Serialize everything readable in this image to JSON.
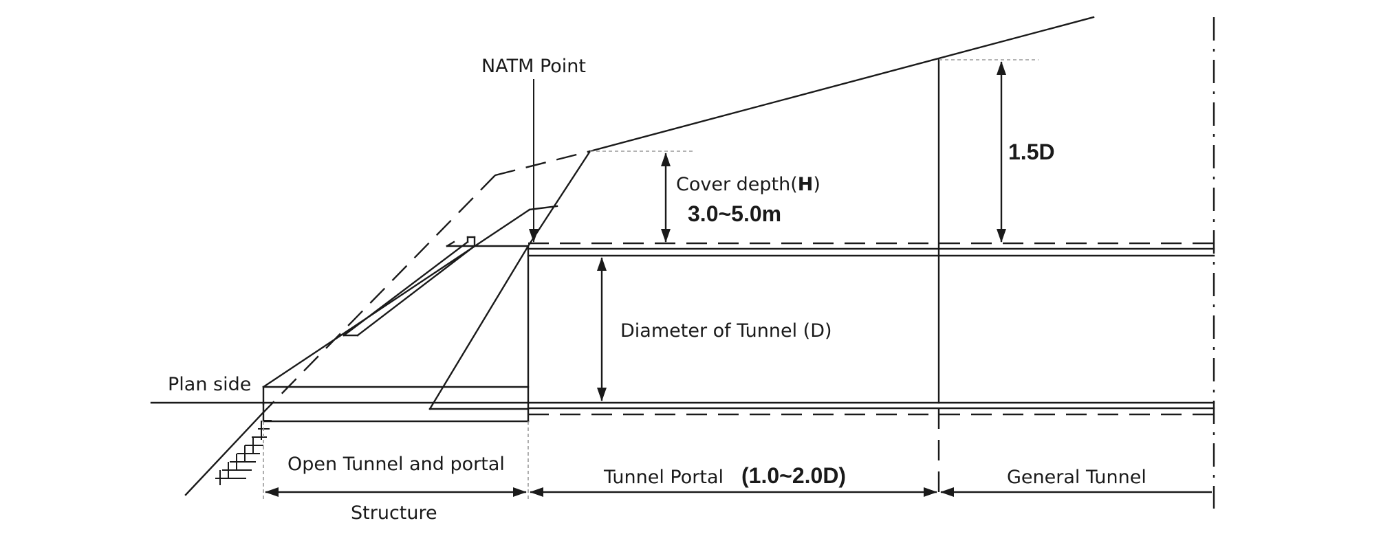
{
  "labels": {
    "natm_point": "NATM Point",
    "cover_depth_prefix": "Cover depth(",
    "cover_depth_symbol": "H",
    "cover_depth_suffix": ")",
    "cover_depth_range": "3.0~5.0m",
    "one_five_d": "1.5D",
    "diameter": "Diameter  of  Tunnel  (D)",
    "plan_side": "Plan  side",
    "open_tunnel": "Open  Tunnel  and  portal",
    "structure": "Structure",
    "tunnel_portal": "Tunnel  Portal",
    "tunnel_portal_range": "(1.0~2.0D)",
    "general_tunnel": "General  Tunnel"
  }
}
